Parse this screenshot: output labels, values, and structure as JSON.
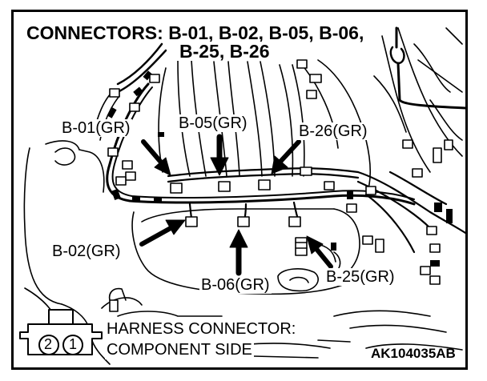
{
  "title": {
    "line1": "CONNECTORS: B-01, B-02, B-05, B-06,",
    "line2": "B-25, B-26"
  },
  "callouts": {
    "b01": "B-01(GR)",
    "b05": "B-05(GR)",
    "b26": "B-26(GR)",
    "b02": "B-02(GR)",
    "b06": "B-06(GR)",
    "b25": "B-25(GR)"
  },
  "legend": {
    "pin2": "2",
    "pin1": "1",
    "line1": "HARNESS CONNECTOR:",
    "line2": "COMPONENT SIDE"
  },
  "figure_code": "AK104035AB"
}
